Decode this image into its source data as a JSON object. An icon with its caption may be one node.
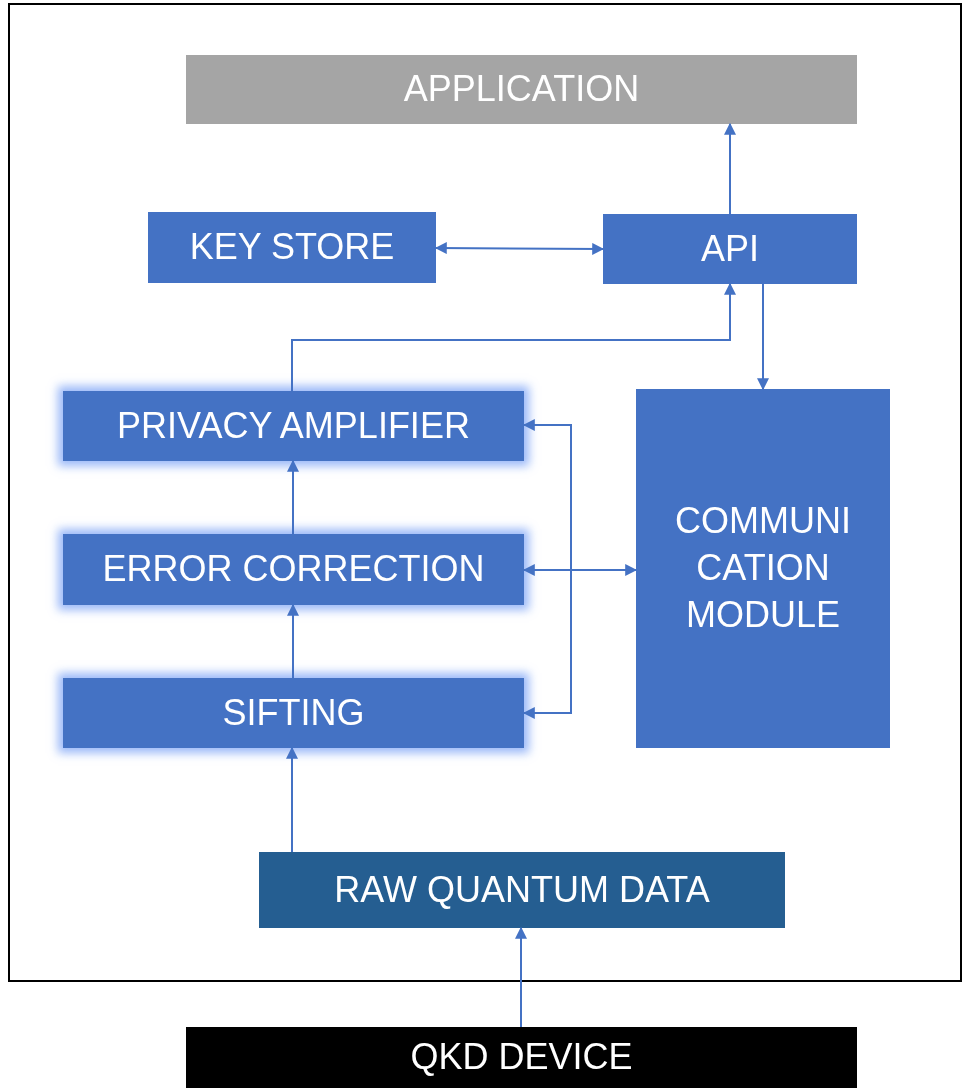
{
  "diagram": {
    "nodes": [
      {
        "text": [],
        "shape": "box"
      },
      {
        "text": [
          "APPLICATION"
        ],
        "in": 0
      },
      {
        "text": [
          "KEY STORE"
        ],
        "in": 0
      },
      {
        "text": [
          "API"
        ],
        "in": 0
      },
      {
        "text": [
          "PRIVACY AMPLIFIER"
        ],
        "in": 0
      },
      {
        "text": [
          "COMMUNI CATION MODULE"
        ],
        "in": 0
      },
      {
        "text": [
          "ERROR CORRECTION"
        ],
        "in": 0
      },
      {
        "text": [
          "SIFTING"
        ],
        "in": 0
      },
      {
        "text": [
          "RAW QUANTUM DATA"
        ],
        "in": 0
      },
      {
        "text": [
          "QKD DEVICE"
        ]
      }
    ],
    "edges": [
      {
        "from": 3,
        "to": 1,
        "arrow": "to"
      },
      {
        "from": 2,
        "to": 3,
        "arrow": "both"
      },
      {
        "from": 4,
        "to": 3,
        "arrow": "to"
      },
      {
        "from": 3,
        "to": 5,
        "arrow": "to"
      },
      {
        "from": 6,
        "to": 4,
        "arrow": "to"
      },
      {
        "from": 7,
        "to": 6,
        "arrow": "to"
      },
      {
        "from": 8,
        "to": 7,
        "arrow": "to"
      },
      {
        "from": 9,
        "to": 8,
        "arrow": "to"
      },
      {
        "from": 6,
        "to": 5,
        "arrow": "both"
      },
      {
        "from": 4,
        "to": 7,
        "arrow": "both"
      }
    ]
  }
}
